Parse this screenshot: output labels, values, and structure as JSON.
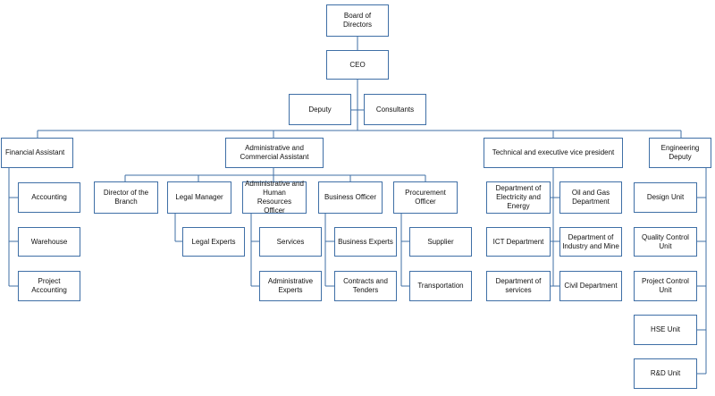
{
  "org": {
    "board": "Board of Directors",
    "ceo": "CEO",
    "deputy": "Deputy",
    "consultants": "Consultants",
    "financial_assistant": {
      "title": "Financial Assistant",
      "units": [
        "Accounting",
        "Warehouse",
        "Project\nAccounting"
      ]
    },
    "admin_assistant": {
      "title": "Administrative and\nCommercial Assistant",
      "director_branch": "Director of the\nBranch",
      "legal_manager": "Legal Manager",
      "legal_experts": "Legal Experts",
      "hr_officer": "Administrative and\nHuman Resources\nOfficer",
      "services": "Services",
      "admin_experts": "Administrative\nExperts",
      "business_officer": "Business Officer",
      "business_experts": "Business Experts",
      "contracts_tenders": "Contracts and\nTenders",
      "procurement_officer": "Procurement\nOfficer",
      "supplier": "Supplier",
      "transportation": "Transportation"
    },
    "technical_vp": {
      "title": "Technical and executive vice president",
      "units": [
        "Department of\nElectricity and\nEnergy",
        "ICT Department",
        "Department of\nservices",
        "Oil and Gas\nDepartment",
        "Department of\nIndustry and Mine",
        "Civil Department"
      ]
    },
    "engineering_deputy": {
      "title": "Engineering\nDeputy",
      "units": [
        "Design Unit",
        "Quality Control\nUnit",
        "Project Control\nUnit",
        "HSE Unit",
        "R&D Unit"
      ]
    }
  }
}
